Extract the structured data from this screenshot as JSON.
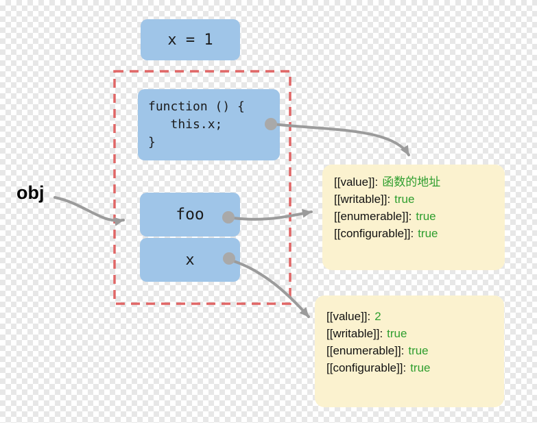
{
  "obj_label": "obj",
  "var_box": {
    "label": "x = 1"
  },
  "function_box": {
    "lines": [
      "function () {",
      "   this.x;",
      "}"
    ]
  },
  "foo_box": {
    "label": "foo"
  },
  "x_box": {
    "label": "x"
  },
  "property_boxes": [
    {
      "lines": [
        {
          "key": "[[value]]:",
          "value": "函数的地址"
        },
        {
          "key": "[[writable]]:",
          "value": "true"
        },
        {
          "key": "[[enumerable]]:",
          "value": "true"
        },
        {
          "key": "[[configurable]]:",
          "value": "true"
        }
      ]
    },
    {
      "lines": [
        {
          "key": "[[value]]:",
          "value": "2"
        },
        {
          "key": "[[writable]]:",
          "value": "true"
        },
        {
          "key": "[[enumerable]]:",
          "value": "true"
        },
        {
          "key": "[[configurable]]:",
          "value": "true"
        }
      ]
    }
  ],
  "colors": {
    "box_blue": "#9fc5e8",
    "dashed_red": "#e06666",
    "note_yellow": "#fbf2cf",
    "value_green": "#2e9e2e",
    "arrow_gray": "#9b9b9b"
  }
}
